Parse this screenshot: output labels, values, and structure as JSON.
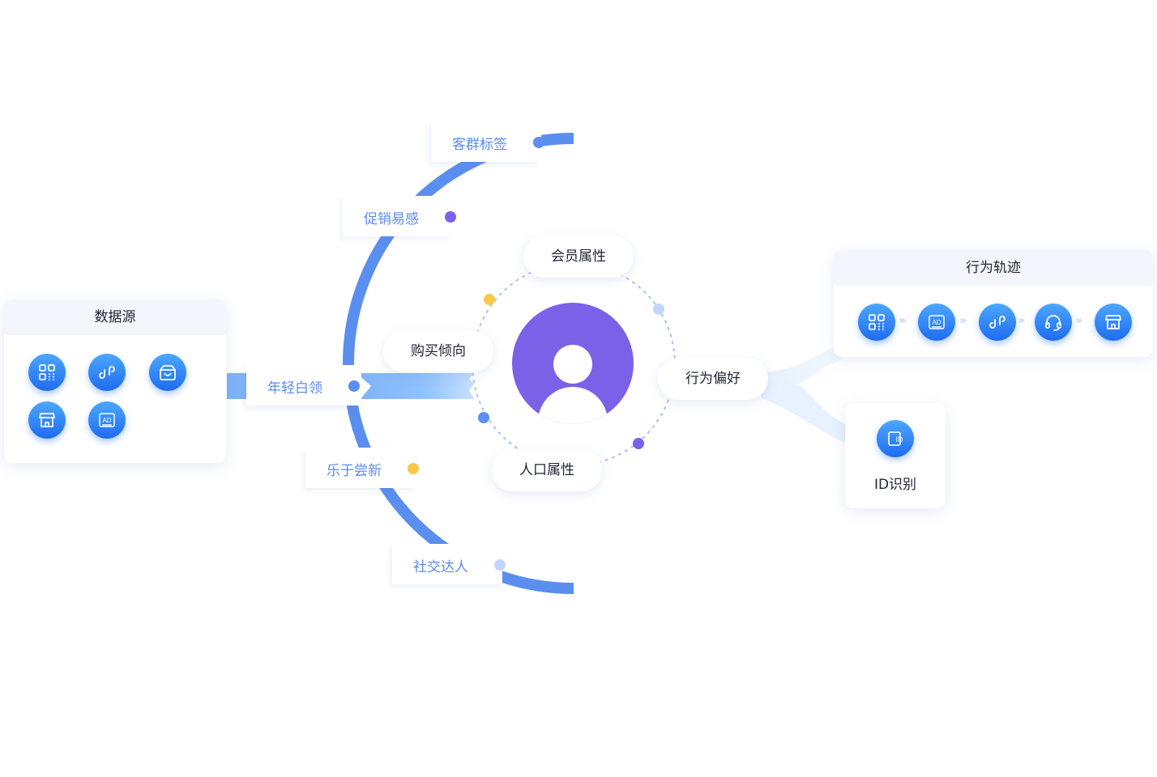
{
  "data_source": {
    "title": "数据源",
    "icons": [
      "grid-qr-icon",
      "miniprogram-icon",
      "bag-icon",
      "store-icon",
      "ad-icon"
    ]
  },
  "center": {
    "avatar_icon": "user-icon",
    "attributes": [
      "会员属性",
      "购买倾向",
      "行为偏好",
      "人口属性"
    ]
  },
  "tags": [
    "客群标签",
    "促销易感",
    "年轻白领",
    "乐于尝新",
    "社交达人"
  ],
  "behavior_track": {
    "title": "行为轨迹",
    "steps": [
      "grid-qr-icon",
      "ad-icon",
      "miniprogram-icon",
      "headset-icon",
      "store-icon"
    ]
  },
  "id_recognition": {
    "label": "ID识别",
    "icon": "id-card-icon"
  },
  "colors": {
    "primary_blue": "#1f6cf0",
    "light_blue": "#4da7ff",
    "purple": "#7b61e8",
    "yellow": "#f9c84b",
    "arc_blue": "#5a8ff0"
  }
}
